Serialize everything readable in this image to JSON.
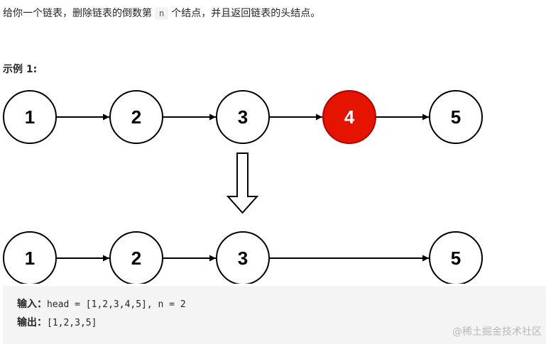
{
  "problem": {
    "text_before": "给你一个链表，删除链表的倒数第",
    "code": "n",
    "text_after": "个结点，并且返回链表的头结点。"
  },
  "example": {
    "title": "示例 1:",
    "before_nodes": [
      "1",
      "2",
      "3",
      "4",
      "5"
    ],
    "removed_node": "4",
    "after_nodes": [
      "1",
      "2",
      "3",
      "5"
    ],
    "colors": {
      "node_fill": "#ffffff",
      "node_stroke": "#000000",
      "highlight_fill": "#e51400",
      "highlight_stroke": "#b20000",
      "highlight_text": "#ffffff"
    }
  },
  "io": {
    "input_label": "输入：",
    "input_value": "head = [1,2,3,4,5], n = 2",
    "output_label": "输出：",
    "output_value": "[1,2,3,5]"
  },
  "watermark": "@稀土掘金技术社区"
}
